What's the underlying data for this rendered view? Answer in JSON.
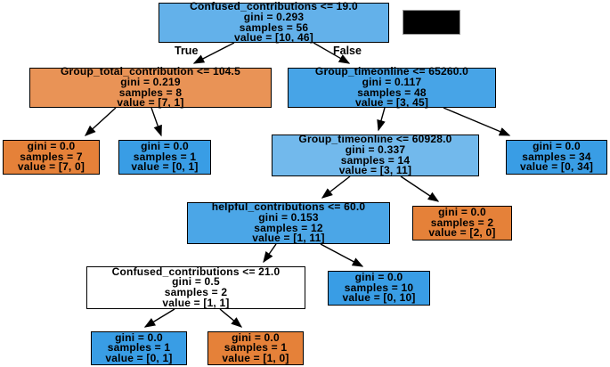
{
  "tree": {
    "edge_labels": {
      "true_label": "True",
      "false_label": "False"
    },
    "colors": {
      "class_0_orange": "#e58139",
      "class_1_blue": "#399de5",
      "edge": "#000000",
      "mixed_node": "#ffffff"
    },
    "nodes": [
      {
        "id": "root",
        "condition": "Confused_contributions <= 19.0",
        "gini": "gini = 0.293",
        "samples": "samples = 56",
        "value": "value = [10, 46]",
        "fill": "#63b1ea"
      },
      {
        "id": "node-group-total-contribution",
        "condition": "Group_total_contribution <= 104.5",
        "gini": "gini = 0.219",
        "samples": "samples = 8",
        "value": "value = [7, 1]",
        "fill": "#e99356"
      },
      {
        "id": "node-group-timeonline-65260",
        "condition": "Group_timeonline <= 65260.0",
        "gini": "gini = 0.117",
        "samples": "samples = 48",
        "value": "value = [3, 45]",
        "fill": "#47a4e7"
      },
      {
        "id": "leaf-7-0",
        "gini": "gini = 0.0",
        "samples": "samples = 7",
        "value": "value = [7, 0]",
        "fill": "#e58139"
      },
      {
        "id": "leaf-0-1-a",
        "gini": "gini = 0.0",
        "samples": "samples = 1",
        "value": "value = [0, 1]",
        "fill": "#399de5"
      },
      {
        "id": "node-group-timeonline-60928",
        "condition": "Group_timeonline <= 60928.0",
        "gini": "gini = 0.337",
        "samples": "samples = 14",
        "value": "value = [3, 11]",
        "fill": "#72b9ec"
      },
      {
        "id": "leaf-0-34",
        "gini": "gini = 0.0",
        "samples": "samples = 34",
        "value": "value = [0, 34]",
        "fill": "#399de5"
      },
      {
        "id": "node-helpful-contributions",
        "condition": "helpful_contributions <= 60.0",
        "gini": "gini = 0.153",
        "samples": "samples = 12",
        "value": "value = [1, 11]",
        "fill": "#4ba6e7"
      },
      {
        "id": "leaf-2-0",
        "gini": "gini = 0.0",
        "samples": "samples = 2",
        "value": "value = [2, 0]",
        "fill": "#e58139"
      },
      {
        "id": "node-confused-contributions-21",
        "condition": "Confused_contributions <= 21.0",
        "gini": "gini = 0.5",
        "samples": "samples = 2",
        "value": "value = [1, 1]",
        "fill": "#ffffff"
      },
      {
        "id": "leaf-0-10",
        "gini": "gini = 0.0",
        "samples": "samples = 10",
        "value": "value = [0, 10]",
        "fill": "#399de5"
      },
      {
        "id": "leaf-0-1-b",
        "gini": "gini = 0.0",
        "samples": "samples = 1",
        "value": "value = [0, 1]",
        "fill": "#399de5"
      },
      {
        "id": "leaf-1-0",
        "gini": "gini = 0.0",
        "samples": "samples = 1",
        "value": "value = [1, 0]",
        "fill": "#e58139"
      }
    ]
  }
}
